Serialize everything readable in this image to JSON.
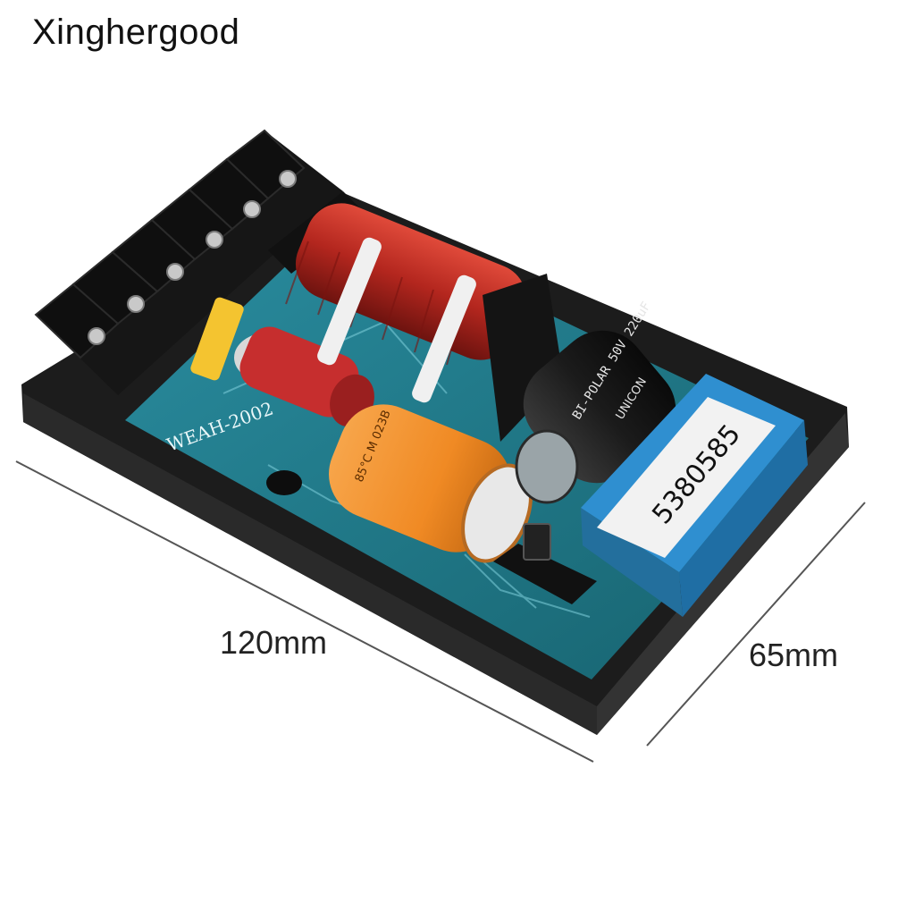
{
  "watermark": {
    "text": "Xinghergood"
  },
  "dimensions": {
    "length": "120mm",
    "width": "65mm"
  },
  "board": {
    "model_label": "WEAH-2002",
    "part_label": "5380585"
  },
  "capacitor": {
    "brand": "UNICON",
    "marking": "BI-POLAR 50V 220uF",
    "orange_marking": "85°C M 023B"
  },
  "colors": {
    "enclosure": "#1f1f1f",
    "pcb": "#1e7a8a",
    "coil": "#b3261e",
    "orange_cap": "#f08a24",
    "resistor": "#2f8fd0",
    "terminal": "#151515"
  },
  "icons": {
    "capacitor": "capacitor-icon",
    "coil": "inductor-coil-icon",
    "switch": "slide-switch-icon"
  }
}
